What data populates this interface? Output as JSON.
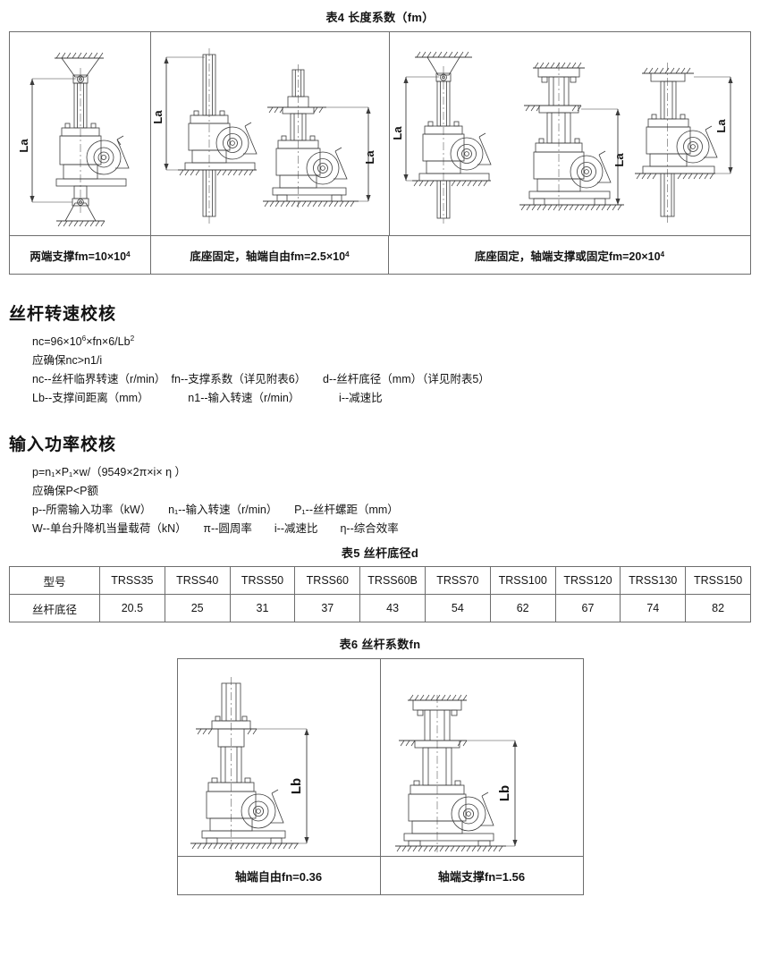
{
  "table4": {
    "caption": "表4 长度系数（fm）",
    "columns": [
      {
        "label": "两端支撑fm=10×10",
        "label_exp": "4",
        "diagram": "screw-jack-both-ends-supported",
        "figures": 1
      },
      {
        "label": "底座固定，轴端自由fm=2.5×10",
        "label_exp": "4",
        "diagram": "screw-jack-base-fixed-shaft-free",
        "figures": 2
      },
      {
        "label": "底座固定，轴端支撑或固定fm=20×10",
        "label_exp": "4",
        "diagram": "screw-jack-base-fixed-shaft-supported",
        "figures": 3
      }
    ],
    "dimension_label": "La"
  },
  "section_speed": {
    "title": "丝杆转速校核",
    "formula_prefix": "nc=96×10",
    "formula_exp1": "6",
    "formula_mid": "×fn×6/Lb",
    "formula_exp2": "2",
    "lines": [
      "应确保nc>n1/i",
      "nc--丝杆临界转速（r/min）　fn--支撑系数（详见附表6）　　d--丝杆底径（mm）（详见附表5）",
      "Lb--支撑间距离（mm）　　　　n1--输入转速（r/min）　　　　i--减速比"
    ]
  },
  "section_power": {
    "title": "输入功率校核",
    "formula": "p=n₁×P₁×w/（9549×2π×i× η ）",
    "lines": [
      "应确保P<P额",
      "p--所需输入功率（kW）　　n₁--输入转速（r/min）　　P₁--丝杆螺距（mm）",
      "W--单台升降机当量载荷（kN）　　π--圆周率　　i--减速比　　η--综合效率"
    ]
  },
  "table5": {
    "caption": "表5 丝杆底径d",
    "row_headers": [
      "型号",
      "丝杆底径"
    ],
    "models": [
      "TRSS35",
      "TRSS40",
      "TRSS50",
      "TRSS60",
      "TRSS60B",
      "TRSS70",
      "TRSS100",
      "TRSS120",
      "TRSS130",
      "TRSS150"
    ],
    "diameters": [
      "20.5",
      "25",
      "31",
      "37",
      "43",
      "54",
      "62",
      "67",
      "74",
      "82"
    ]
  },
  "table6": {
    "caption": "表6 丝杆系数fn",
    "columns": [
      {
        "label": "轴端自由fn=0.36",
        "diagram": "screw-jack-shaft-free"
      },
      {
        "label": "轴端支撑fn=1.56",
        "diagram": "screw-jack-shaft-supported"
      }
    ],
    "dimension_label": "Lb"
  },
  "colors": {
    "line": "#6d6d6d",
    "ink": "#141414",
    "drawing": "#3c3c3c"
  }
}
